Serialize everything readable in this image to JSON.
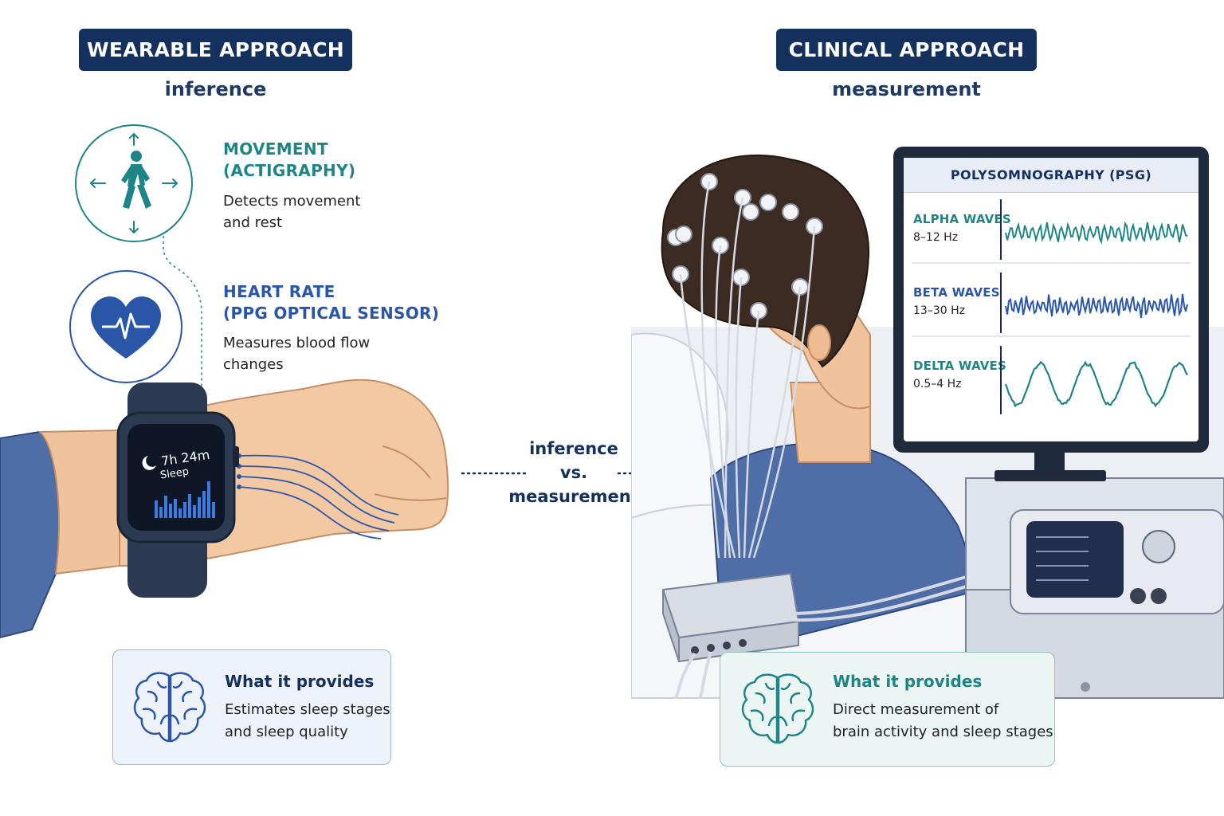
{
  "wearable": {
    "heading": "WEARABLE APPROACH",
    "subheading": "inference",
    "movement": {
      "title_line1": "MOVEMENT",
      "title_line2": "(ACTIGRAPHY)",
      "desc_line1": "Detects movement",
      "desc_line2": "and rest"
    },
    "heart": {
      "title_line1": "HEART RATE",
      "title_line2": "(PPG OPTICAL SENSOR)",
      "desc_line1": "Measures blood flow",
      "desc_line2": "changes"
    },
    "watch": {
      "duration": "7h 24m",
      "label": "Sleep"
    },
    "card": {
      "title": "What it provides",
      "line1": "Estimates sleep stages",
      "line2": "and sleep quality"
    }
  },
  "center": {
    "line1": "inference",
    "line2": "vs.",
    "line3": "measurement"
  },
  "clinical": {
    "heading": "CLINICAL APPROACH",
    "subheading": "measurement",
    "monitor": {
      "title": "POLYSOMNOGRAPHY (PSG)",
      "waves": [
        {
          "name": "ALPHA WAVES",
          "freq": "8–12 Hz"
        },
        {
          "name": "BETA WAVES",
          "freq": "13–30 Hz"
        },
        {
          "name": "DELTA WAVES",
          "freq": "0.5–4 Hz"
        }
      ]
    },
    "card": {
      "title": "What it provides",
      "line1": "Direct measurement of",
      "line2": "brain activity and sleep stages"
    }
  },
  "colors": {
    "navy": "#14305c",
    "teal": "#1e8587",
    "blue": "#2a56a8"
  }
}
